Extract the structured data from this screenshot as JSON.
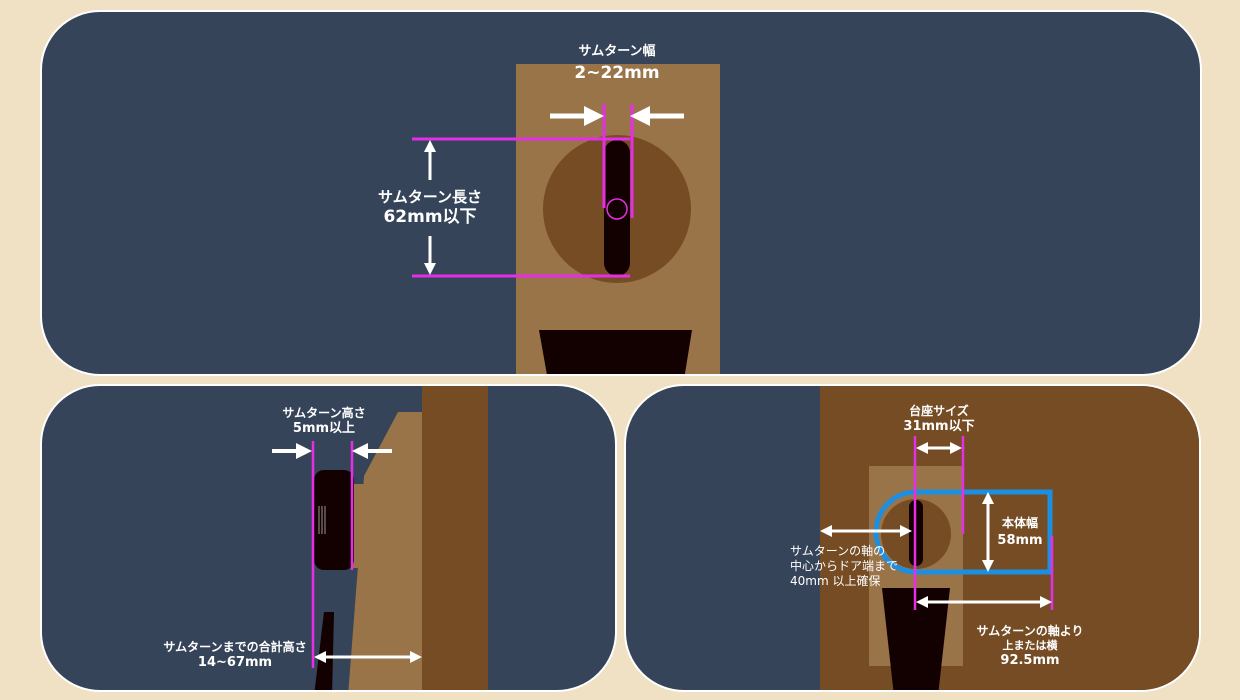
{
  "top_panel": {
    "width_label": "サムターン幅",
    "width_value": "2~22mm",
    "length_label": "サムターン長さ",
    "length_value": "62mm以下"
  },
  "bottom_left_panel": {
    "height_label": "サムターン高さ",
    "height_value": "5mm以上",
    "total_label": "サムターンまでの合計高さ",
    "total_value": "14~67mm"
  },
  "bottom_right_panel": {
    "base_label": "台座サイズ",
    "base_value": "31mm以下",
    "body_label": "本体幅",
    "body_value": "58mm",
    "edge_line1": "サムターンの軸の",
    "edge_line2": "中心からドア端まで",
    "edge_line3": "40mm 以上確保",
    "side_line1": "サムターンの軸より",
    "side_line2": "上または横",
    "side_value": "92.5mm"
  },
  "colors": {
    "background": "#f0e0c4",
    "panel": "#364459",
    "door": "#9a7449",
    "rosette": "#754c24",
    "knob": "#130000",
    "guide_line": "#e62ee6",
    "body_outline": "#1d8fe0"
  }
}
